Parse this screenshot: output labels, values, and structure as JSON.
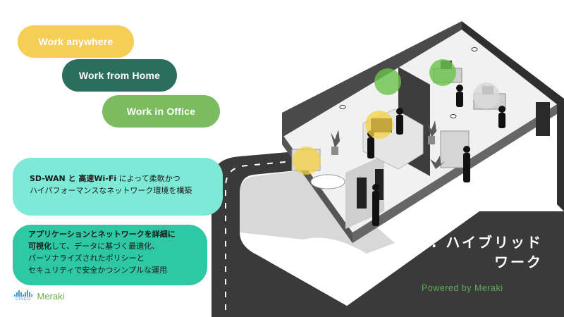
{
  "pills": [
    {
      "label": "Work anywhere",
      "color": "#f6cd55"
    },
    {
      "label": "Work from Home",
      "color": "#2c6e5e"
    },
    {
      "label": "Work in Office",
      "color": "#7cbc60"
    }
  ],
  "card1": {
    "bold1": "SD-WAN",
    "mid": " と ",
    "bold2": "高速Wi-Fi",
    "rest1": " によって柔軟かつ",
    "line2": "ハイパフォーマンスなネットワーク環境を構築",
    "color": "#7ee9d6"
  },
  "card2": {
    "line1_bold": "アプリケーションとネットワークを詳細に",
    "line2_bold": "可視化",
    "line2_rest": "して、データに基づく最適化、",
    "line3": "パーソナライズされたポリシーと",
    "line4": "セキュリティで安全かつシンプルな運用",
    "color": "#2ec8a4"
  },
  "title": {
    "line1": "2. ハイブリッド",
    "line2": "ワーク"
  },
  "powered_by": "Powered by Meraki",
  "logo": {
    "cisco": "CISCO",
    "meraki": "Meraki"
  },
  "colors": {
    "dark_panel": "#3a3a3a",
    "wifi_yellow": "#f4d03f",
    "wifi_green": "#6cc24a",
    "wifi_gray": "#d9d9d9"
  }
}
